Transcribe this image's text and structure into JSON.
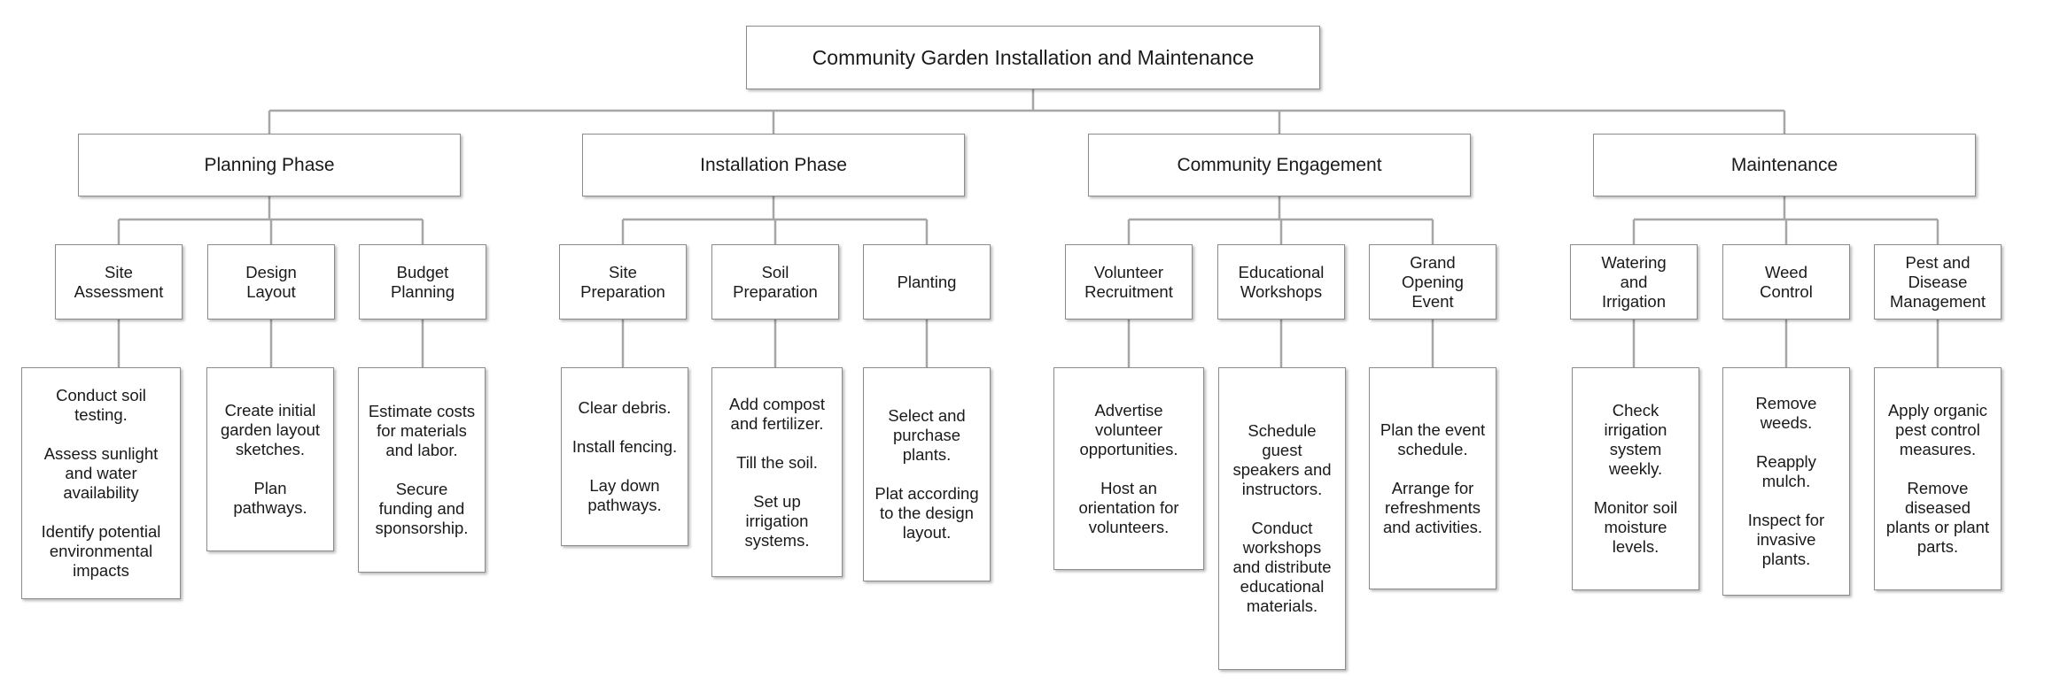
{
  "root": "Community Garden Installation and Maintenance",
  "phases": [
    {
      "title": "Planning Phase",
      "children": [
        {
          "title": [
            "Site",
            "Assessment"
          ],
          "tasks": [
            "Conduct soil testing.",
            "Assess sunlight and water availability",
            "Identify potential environmental impacts"
          ]
        },
        {
          "title": [
            "Design",
            "Layout"
          ],
          "tasks": [
            "Create initial garden layout sketches.",
            "Plan pathways."
          ]
        },
        {
          "title": [
            "Budget",
            "Planning"
          ],
          "tasks": [
            "Estimate costs for materials and labor.",
            "Secure funding and sponsorship."
          ]
        }
      ]
    },
    {
      "title": "Installation Phase",
      "children": [
        {
          "title": [
            "Site",
            "Preparation"
          ],
          "tasks": [
            "Clear debris.",
            "Install fencing.",
            "Lay down pathways."
          ]
        },
        {
          "title": [
            "Soil",
            "Preparation"
          ],
          "tasks": [
            "Add compost and fertilizer.",
            "Till the soil.",
            "Set up irrigation systems."
          ]
        },
        {
          "title": [
            "Planting"
          ],
          "tasks": [
            "Select and purchase plants.",
            "Plat according to the design layout."
          ]
        }
      ]
    },
    {
      "title": "Community Engagement",
      "children": [
        {
          "title": [
            "Volunteer",
            "Recruitment"
          ],
          "tasks": [
            "Advertise volunteer opportunities.",
            "Host an orientation for volunteers."
          ]
        },
        {
          "title": [
            "Educational",
            "Workshops"
          ],
          "tasks": [
            "Schedule guest speakers and instructors.",
            "Conduct workshops and distribute educational materials."
          ]
        },
        {
          "title": [
            "Grand",
            "Opening",
            "Event"
          ],
          "tasks": [
            "Plan the event schedule.",
            "Arrange for refreshments and activities."
          ]
        }
      ]
    },
    {
      "title": "Maintenance",
      "children": [
        {
          "title": [
            "Watering",
            "and",
            "Irrigation"
          ],
          "tasks": [
            "Check irrigation system weekly.",
            "Monitor soil moisture levels."
          ]
        },
        {
          "title": [
            "Weed",
            "Control"
          ],
          "tasks": [
            "Remove weeds.",
            "Reapply mulch.",
            "Inspect for invasive plants."
          ]
        },
        {
          "title": [
            "Pest and",
            "Disease",
            "Management"
          ],
          "tasks": [
            "Apply organic pest control measures.",
            "Remove diseased plants or plant parts."
          ]
        }
      ]
    }
  ]
}
